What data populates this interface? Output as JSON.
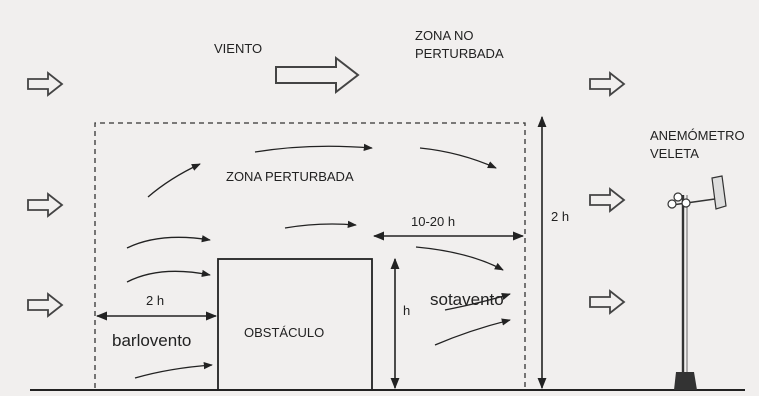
{
  "labels": {
    "wind": "VIENTO",
    "undisturbed_line1": "ZONA NO",
    "undisturbed_line2": "PERTURBADA",
    "disturbed": "ZONA PERTURBADA",
    "obstacle": "OBSTÁCULO",
    "windward": "barlovento",
    "leeward": "sotavento",
    "windward_distance": "2 h",
    "leeward_distance": "10-20 h",
    "obstacle_height": "h",
    "total_height": "2 h",
    "anemometer": "ANEMÓMETRO",
    "vane": "VELETA"
  },
  "colors": {
    "background": "#f1efee",
    "ink": "#222222",
    "arrow_outline": "#444444"
  }
}
